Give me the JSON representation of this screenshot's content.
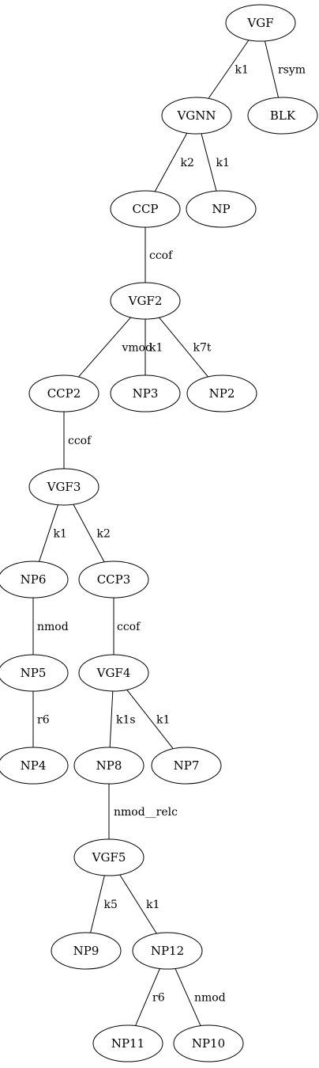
{
  "diagram": {
    "type": "dependency-tree",
    "nodes": [
      {
        "id": "VGF",
        "label": "VGF"
      },
      {
        "id": "VGNN",
        "label": "VGNN"
      },
      {
        "id": "BLK",
        "label": "BLK"
      },
      {
        "id": "CCP",
        "label": "CCP"
      },
      {
        "id": "NP",
        "label": "NP"
      },
      {
        "id": "VGF2",
        "label": "VGF2"
      },
      {
        "id": "CCP2",
        "label": "CCP2"
      },
      {
        "id": "NP3",
        "label": "NP3"
      },
      {
        "id": "NP2",
        "label": "NP2"
      },
      {
        "id": "VGF3",
        "label": "VGF3"
      },
      {
        "id": "NP6",
        "label": "NP6"
      },
      {
        "id": "CCP3",
        "label": "CCP3"
      },
      {
        "id": "NP5",
        "label": "NP5"
      },
      {
        "id": "VGF4",
        "label": "VGF4"
      },
      {
        "id": "NP4",
        "label": "NP4"
      },
      {
        "id": "NP8",
        "label": "NP8"
      },
      {
        "id": "NP7",
        "label": "NP7"
      },
      {
        "id": "VGF5",
        "label": "VGF5"
      },
      {
        "id": "NP9",
        "label": "NP9"
      },
      {
        "id": "NP12",
        "label": "NP12"
      },
      {
        "id": "NP11",
        "label": "NP11"
      },
      {
        "id": "NP10",
        "label": "NP10"
      }
    ],
    "edges": [
      {
        "from": "VGF",
        "to": "VGNN",
        "label": "k1"
      },
      {
        "from": "VGF",
        "to": "BLK",
        "label": "rsym"
      },
      {
        "from": "VGNN",
        "to": "CCP",
        "label": "k2"
      },
      {
        "from": "VGNN",
        "to": "NP",
        "label": "k1"
      },
      {
        "from": "CCP",
        "to": "VGF2",
        "label": "ccof"
      },
      {
        "from": "VGF2",
        "to": "CCP2",
        "label": "vmod"
      },
      {
        "from": "VGF2",
        "to": "NP3",
        "label": "k1"
      },
      {
        "from": "VGF2",
        "to": "NP2",
        "label": "k7t"
      },
      {
        "from": "CCP2",
        "to": "VGF3",
        "label": "ccof"
      },
      {
        "from": "VGF3",
        "to": "NP6",
        "label": "k1"
      },
      {
        "from": "VGF3",
        "to": "CCP3",
        "label": "k2"
      },
      {
        "from": "NP6",
        "to": "NP5",
        "label": "nmod"
      },
      {
        "from": "CCP3",
        "to": "VGF4",
        "label": "ccof"
      },
      {
        "from": "NP5",
        "to": "NP4",
        "label": "r6"
      },
      {
        "from": "VGF4",
        "to": "NP8",
        "label": "k1s"
      },
      {
        "from": "VGF4",
        "to": "NP7",
        "label": "k1"
      },
      {
        "from": "NP8",
        "to": "VGF5",
        "label": "nmod__relc"
      },
      {
        "from": "VGF5",
        "to": "NP9",
        "label": "k5"
      },
      {
        "from": "VGF5",
        "to": "NP12",
        "label": "k1"
      },
      {
        "from": "NP12",
        "to": "NP11",
        "label": "r6"
      },
      {
        "from": "NP12",
        "to": "NP10",
        "label": "nmod"
      }
    ]
  }
}
